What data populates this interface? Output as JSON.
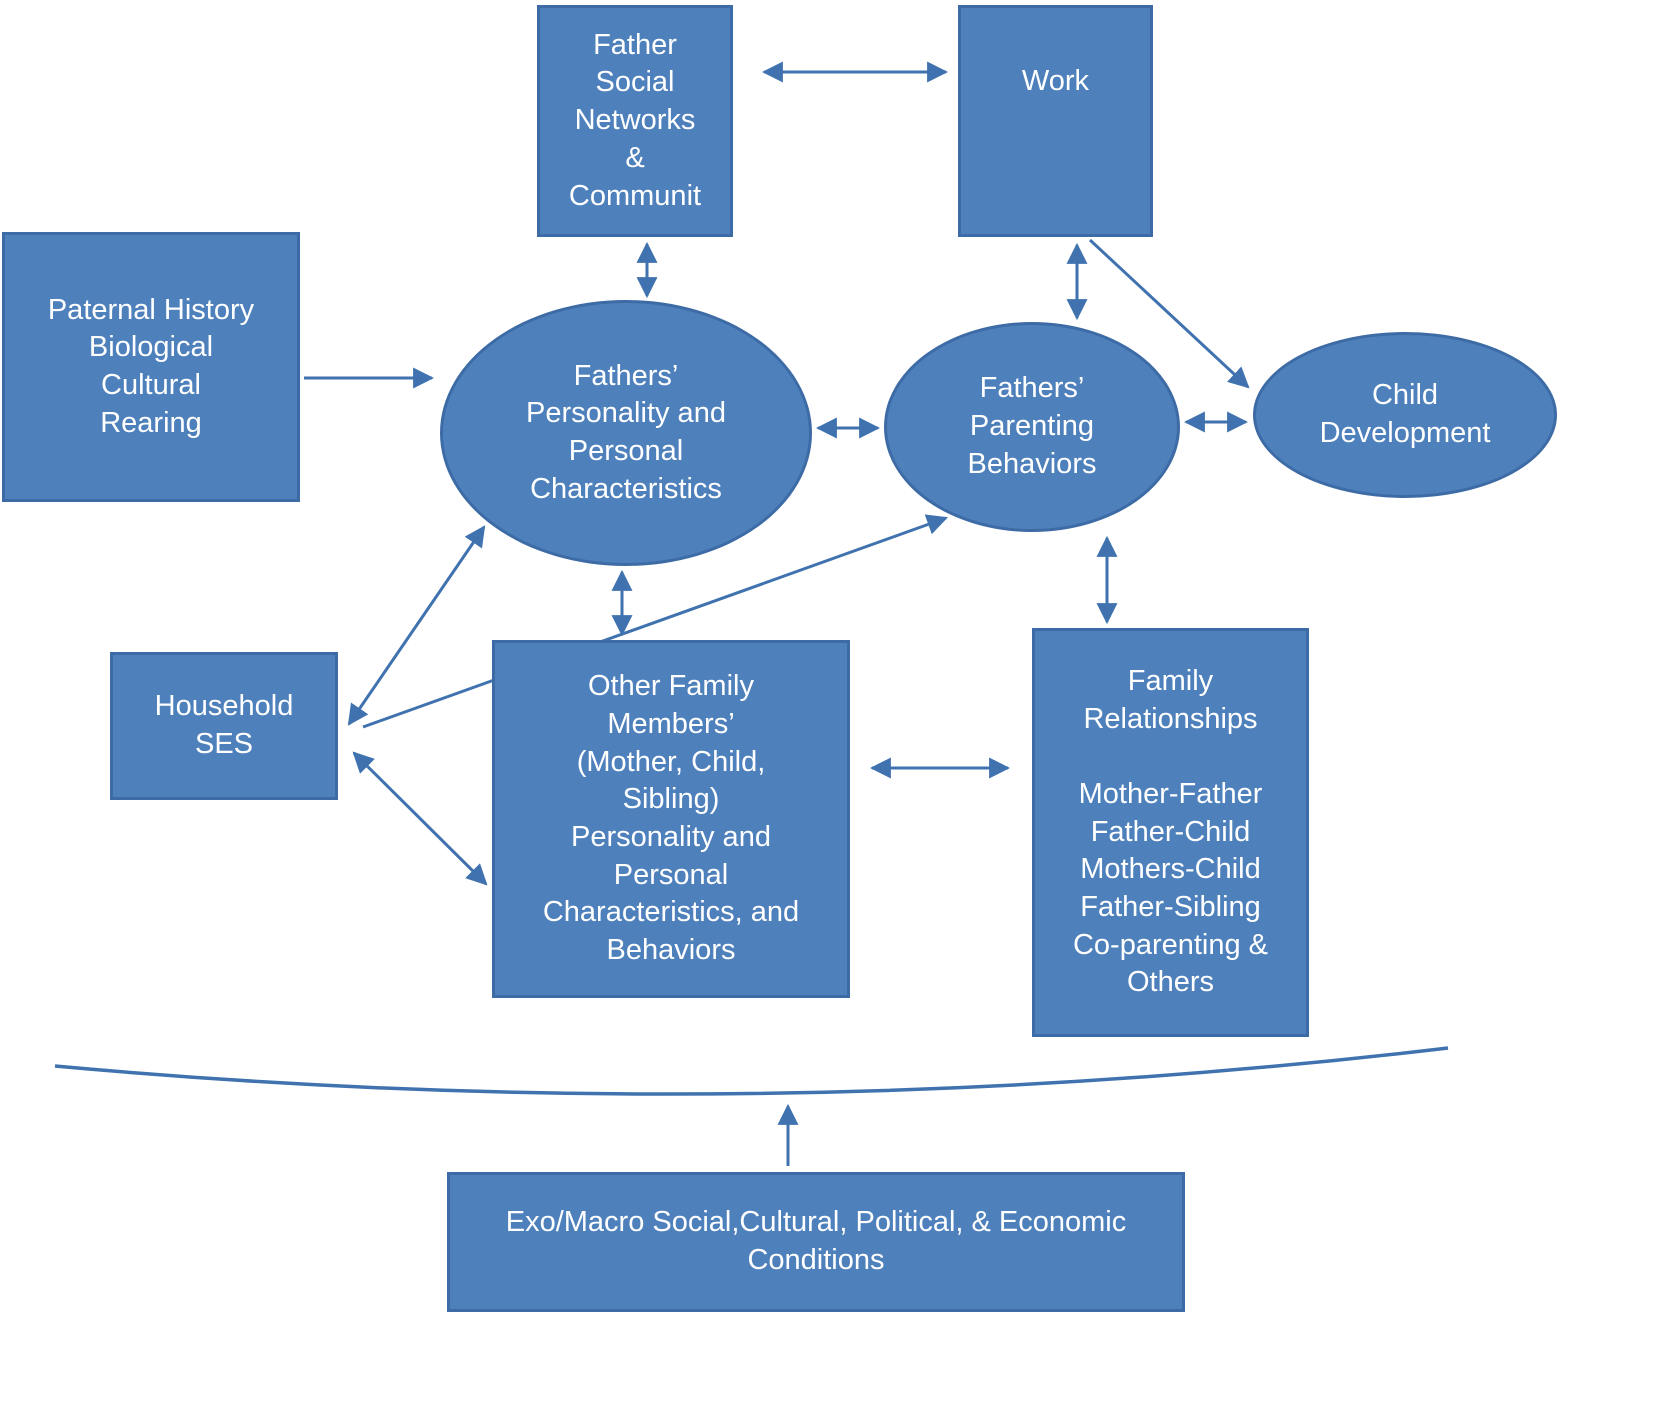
{
  "colors": {
    "node_fill": "#4e80bc",
    "node_border": "#3d6ba5",
    "connector": "#3f72ae",
    "node_text": "#ffffff",
    "background": "#ffffff"
  },
  "nodes": {
    "father_social_networks": {
      "label": "Father\nSocial\nNetworks\n&\nCommunit"
    },
    "work": {
      "label": "Work"
    },
    "paternal_history": {
      "label": "Paternal History\nBiological\nCultural\nRearing"
    },
    "fathers_personality": {
      "label": "Fathers’\nPersonality and\nPersonal\nCharacteristics"
    },
    "fathers_parenting": {
      "label": "Fathers’\nParenting\nBehaviors"
    },
    "child_development": {
      "label": "Child\nDevelopment"
    },
    "household_ses": {
      "label": "Household\nSES"
    },
    "other_family_members": {
      "label": "Other Family\nMembers’\n(Mother, Child,\nSibling)\nPersonality and\nPersonal\nCharacteristics, and\nBehaviors"
    },
    "family_relationships": {
      "label": "Family\nRelationships\n\nMother-Father\nFather-Child\nMothers-Child\nFather-Sibling\nCo-parenting &\nOthers"
    },
    "exo_macro_conditions": {
      "label": "Exo/Macro Social,Cultural, Political, & Economic\nConditions"
    }
  }
}
